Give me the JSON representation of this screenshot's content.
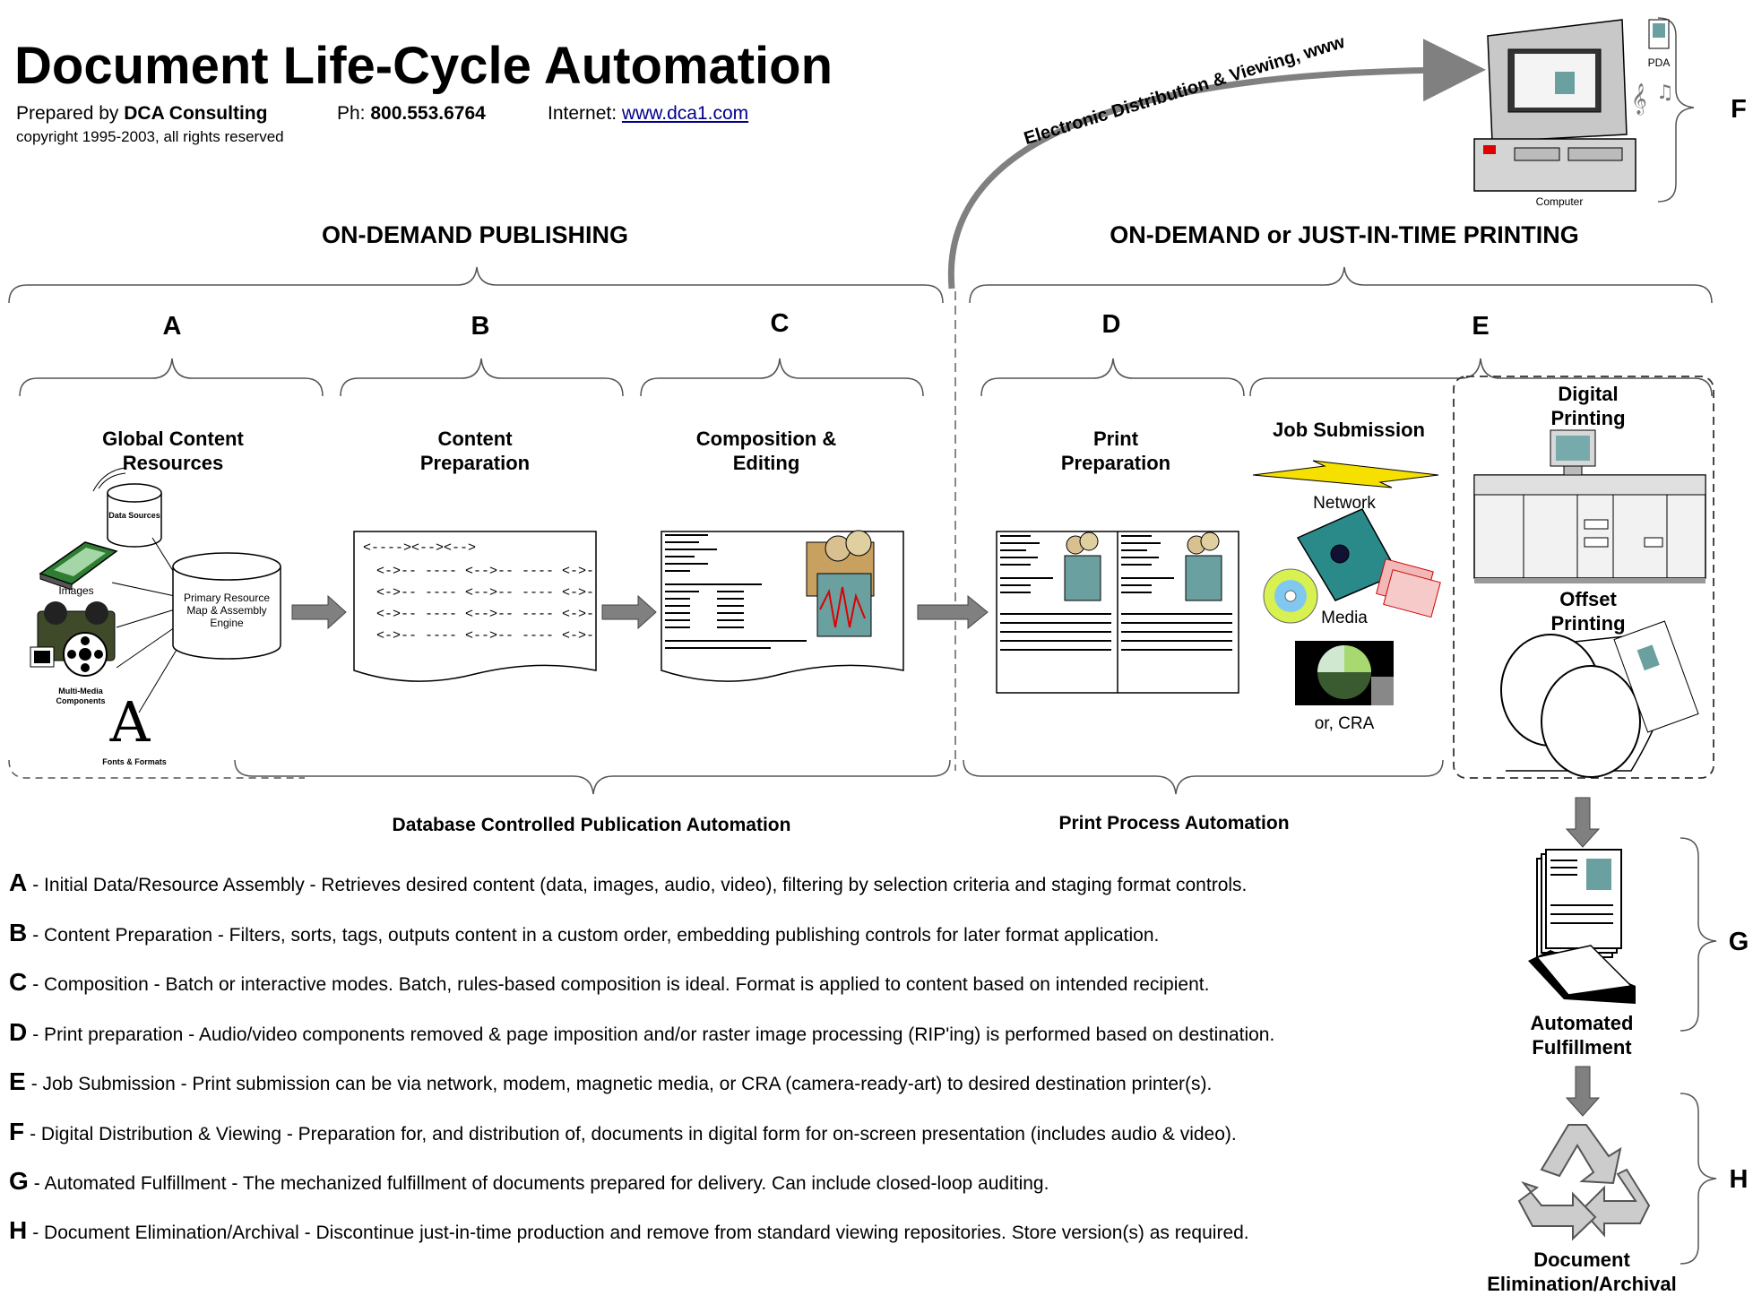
{
  "header": {
    "title": "Document Life-Cycle Automation",
    "prepared_by_label": "Prepared by",
    "company": "DCA Consulting",
    "phone_label": "Ph:",
    "phone": "800.553.6764",
    "internet_label": "Internet:",
    "website": "www.dca1.com",
    "copyright": "copyright 1995-2003, all rights reserved"
  },
  "sections": {
    "publishing": "ON-DEMAND PUBLISHING",
    "printing": "ON-DEMAND or JUST-IN-TIME PRINTING"
  },
  "letters": {
    "a": "A",
    "b": "B",
    "c": "C",
    "d": "D",
    "e": "E",
    "f": "F",
    "g": "G",
    "h": "H"
  },
  "stages": {
    "global_content": "Global Content Resources",
    "content_prep": "Content Preparation",
    "composition": "Composition & Editing",
    "print_prep": "Print Preparation",
    "job_submission": "Job Submission",
    "digital_printing": "Digital Printing",
    "offset_printing": "Offset Printing",
    "fulfillment": "Automated Fulfillment",
    "elimination": "Document Elimination/Archival"
  },
  "labels": {
    "data_sources": "Data Sources",
    "images": "Images",
    "multimedia": "Multi-Media Components",
    "fonts_formats": "Fonts & Formats",
    "fonts_glyph": "A",
    "engine": "Primary Resource Map & Assembly Engine",
    "network": "Network",
    "media": "Media",
    "cra": "or, CRA",
    "pda": "PDA",
    "computer": "Computer",
    "electronic": "Electronic Distribution & Viewing, www",
    "code_line1": "<----><--><-->",
    "code_line2": "<->-- ---- <-->-- ---- <->-"
  },
  "automation": {
    "db": "Database Controlled Publication Automation",
    "print": "Print Process Automation"
  },
  "legend": [
    {
      "key": "A",
      "text": "- Initial Data/Resource Assembly - Retrieves desired content (data, images, audio, video), filtering by selection criteria and staging format controls."
    },
    {
      "key": "B",
      "text": "- Content Preparation - Filters, sorts, tags, outputs content in a custom order, embedding publishing controls for later format application."
    },
    {
      "key": "C",
      "text": "- Composition - Batch or interactive modes.  Batch, rules-based composition is ideal.  Format is applied to content based on intended recipient."
    },
    {
      "key": "D",
      "text": "- Print preparation - Audio/video components removed & page imposition and/or raster image processing (RIP'ing) is performed based on destination."
    },
    {
      "key": "E",
      "text": "- Job Submission - Print submission can be via network, modem, magnetic media, or CRA (camera-ready-art) to desired destination printer(s)."
    },
    {
      "key": "F",
      "text": "- Digital Distribution & Viewing - Preparation for, and distribution of, documents in digital form for on-screen presentation (includes audio & video)."
    },
    {
      "key": "G",
      "text": "- Automated Fulfillment - The mechanized fulfillment of documents prepared for delivery.  Can include closed-loop auditing."
    },
    {
      "key": "H",
      "text": "- Document Elimination/Archival - Discontinue just-in-time production and remove from standard viewing repositories.  Store version(s) as required."
    }
  ]
}
